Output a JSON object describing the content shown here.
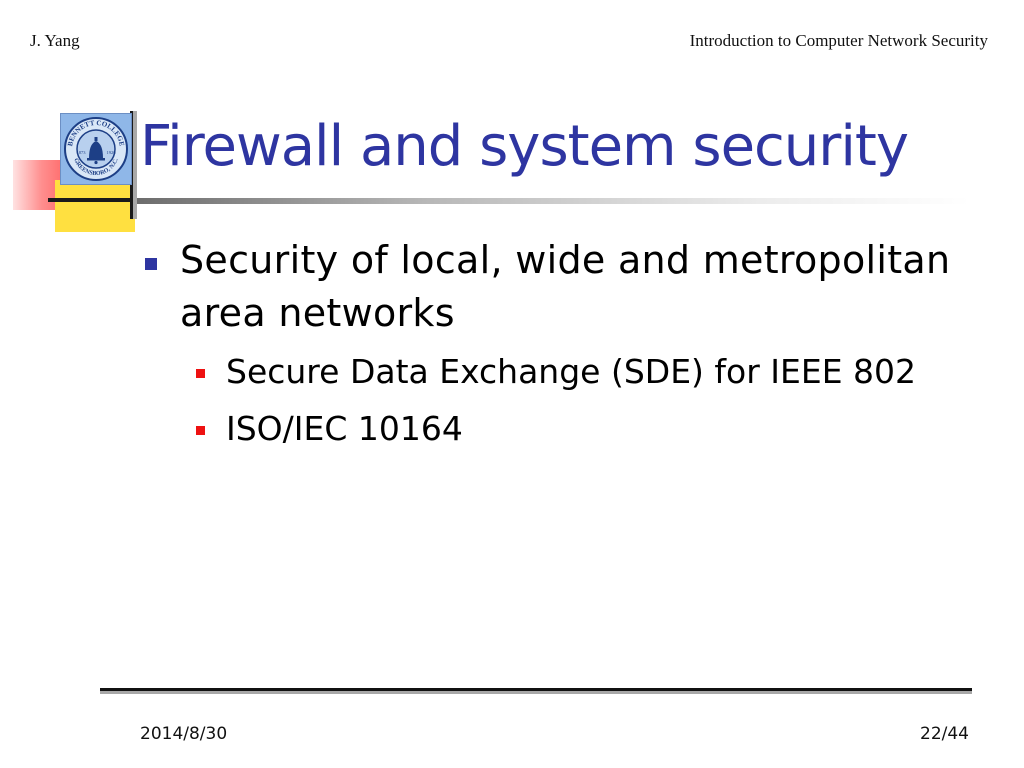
{
  "header": {
    "author": "J. Yang",
    "course": "Introduction to Computer Network Security"
  },
  "logo": {
    "ring_top": "BENNETT COLLEGE",
    "ring_bottom": "GREENSBORO, N.C.",
    "year_left": "1873",
    "year_right": "1926"
  },
  "slide": {
    "title": "Firewall and system security",
    "bullets": [
      {
        "text": "Security of local, wide and metropolitan area networks",
        "sub": [
          "Secure Data Exchange (SDE) for IEEE 802",
          "ISO/IEC 10164"
        ]
      }
    ]
  },
  "footer": {
    "date": "2014/8/30",
    "page": "22/44"
  },
  "colors": {
    "title": "#2e35a1",
    "bullet_level1": "#2e35a1",
    "bullet_level2": "#ee1111",
    "deco_red": "#ff5a5a",
    "deco_yellow": "#ffe040"
  }
}
